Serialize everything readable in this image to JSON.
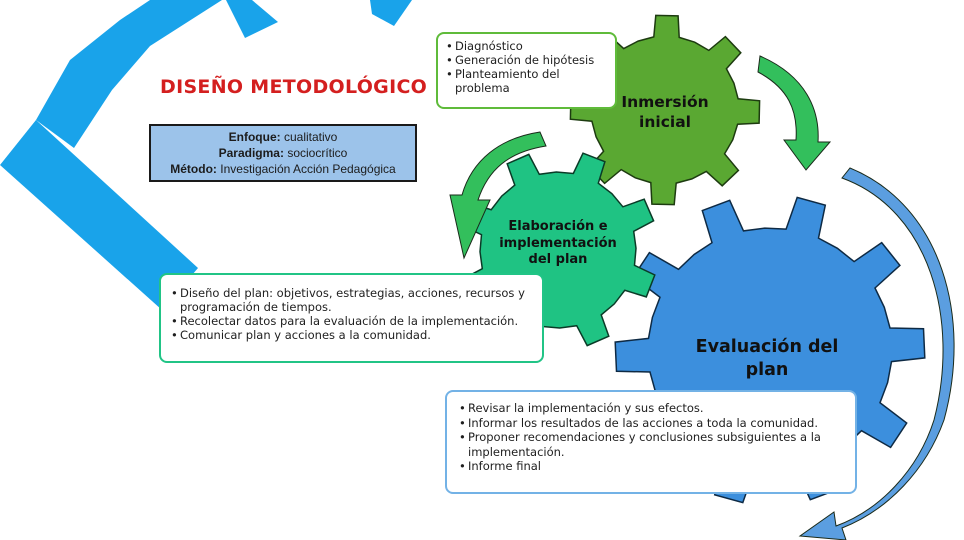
{
  "title": "DISEÑO METODOLÓGICO",
  "design": {
    "enfoque_label": "Enfoque:",
    "enfoque_value": "cualitativo",
    "paradigma_label": "Paradigma:",
    "paradigma_value": "sociocrítico",
    "metodo_label": "Método:",
    "metodo_value": "Investigación Acción Pedagógica"
  },
  "gears": {
    "inmersion": {
      "line1": "Inmersión",
      "line2": "inicial"
    },
    "elaboracion": {
      "line1": "Elaboración e",
      "line2": "implementación",
      "line3": "del plan"
    },
    "evaluacion": {
      "line1": "Evaluación del",
      "line2": "plan"
    }
  },
  "lists": {
    "inmersion": [
      "Diagnóstico",
      "Generación de hipótesis",
      "Planteamiento del problema"
    ],
    "elaboracion": [
      "Diseño del plan: objetivos, estrategias, acciones, recursos y programación de tiempos.",
      "Recolectar datos para la evaluación de la implementación.",
      "Comunicar plan y acciones a la comunidad."
    ],
    "evaluacion": [
      "Revisar la implementación y sus efectos.",
      "Informar los resultados de las acciones a toda la comunidad.",
      "Proponer recomendaciones y conclusiones subsiguientes a la implementación.",
      "Informe final"
    ]
  },
  "colors": {
    "title": "#d41f1f",
    "info_box": "#9cc3ea",
    "gear_inmersion": "#5aa832",
    "gear_elaboracion": "#1fc383",
    "gear_evaluacion": "#3c8fdd",
    "arrow_green": "#33bf5c",
    "arrow_blue": "#5b9ee0",
    "watermark": "#19a3ea"
  }
}
